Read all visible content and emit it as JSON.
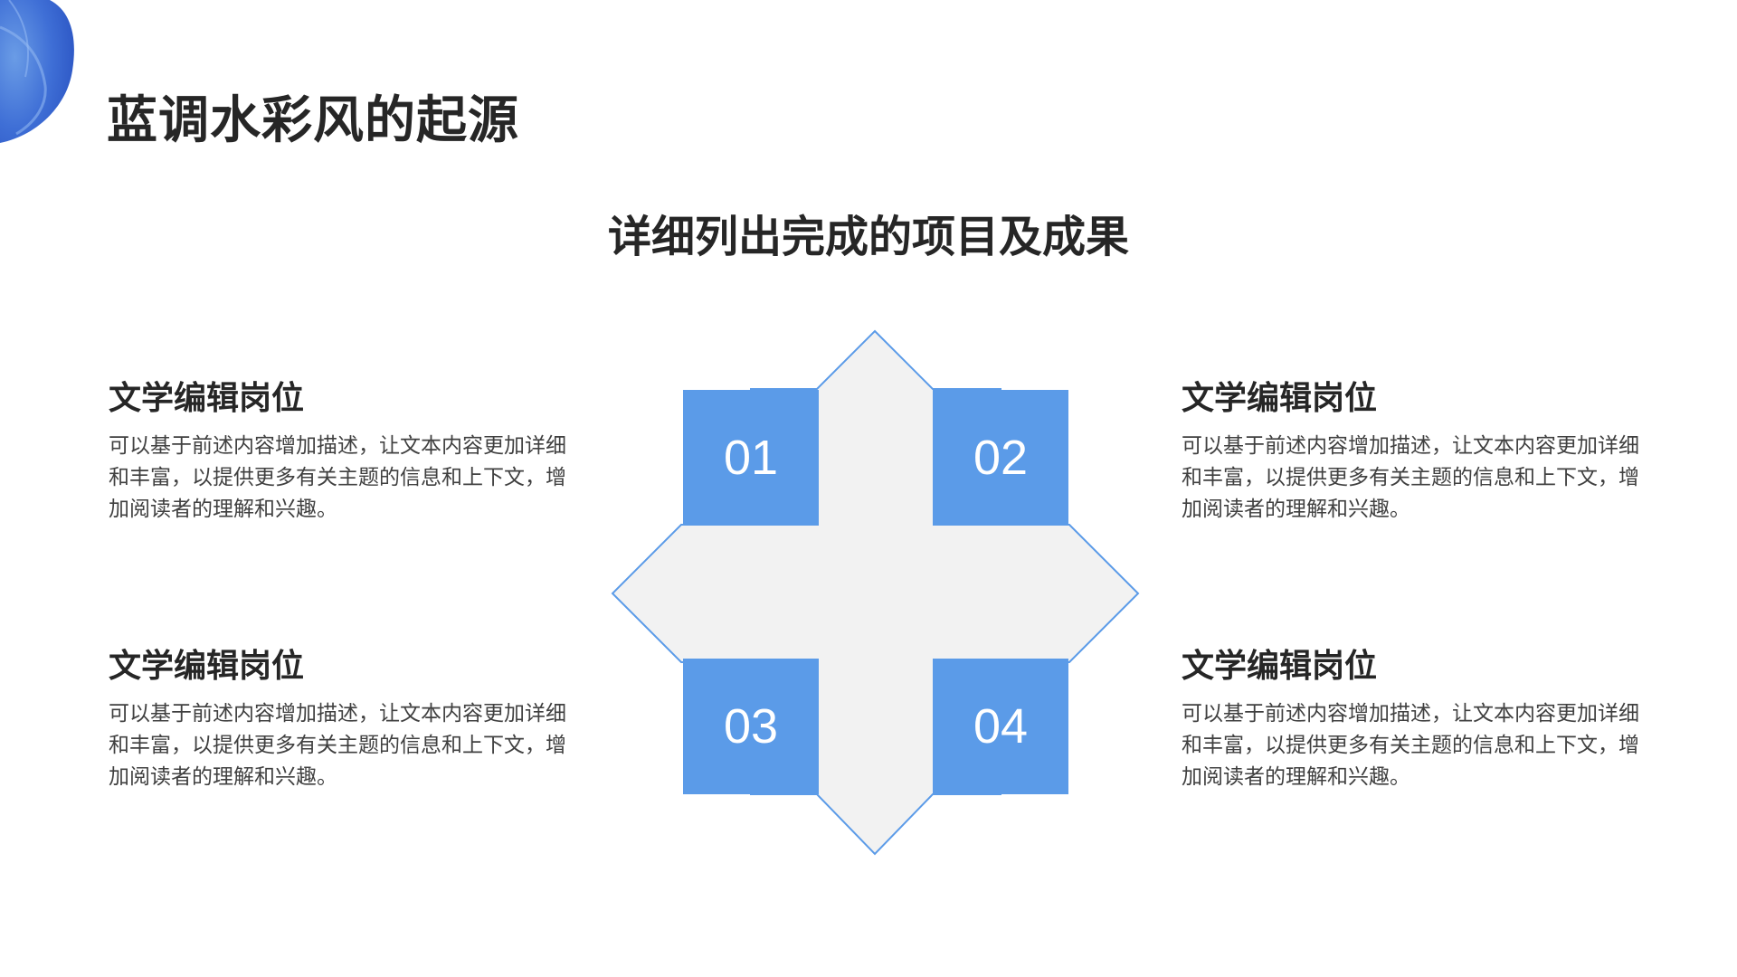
{
  "slide": {
    "title": "蓝调水彩风的起源",
    "subtitle": "详细列出完成的项目及成果",
    "accent_color": "#5b9be8",
    "diagram_fill": "#f2f2f2",
    "diagram_stroke": "#5b9be8"
  },
  "numbers": [
    "01",
    "02",
    "03",
    "04"
  ],
  "items": [
    {
      "title": "文学编辑岗位",
      "description": "可以基于前述内容增加描述，让文本内容更加详细和丰富，以提供更多有关主题的信息和上下文，增加阅读者的理解和兴趣。"
    },
    {
      "title": "文学编辑岗位",
      "description": "可以基于前述内容增加描述，让文本内容更加详细和丰富，以提供更多有关主题的信息和上下文，增加阅读者的理解和兴趣。"
    },
    {
      "title": "文学编辑岗位",
      "description": "可以基于前述内容增加描述，让文本内容更加详细和丰富，以提供更多有关主题的信息和上下文，增加阅读者的理解和兴趣。"
    },
    {
      "title": "文学编辑岗位",
      "description": "可以基于前述内容增加描述，让文本内容更加详细和丰富，以提供更多有关主题的信息和上下文，增加阅读者的理解和兴趣。"
    }
  ]
}
